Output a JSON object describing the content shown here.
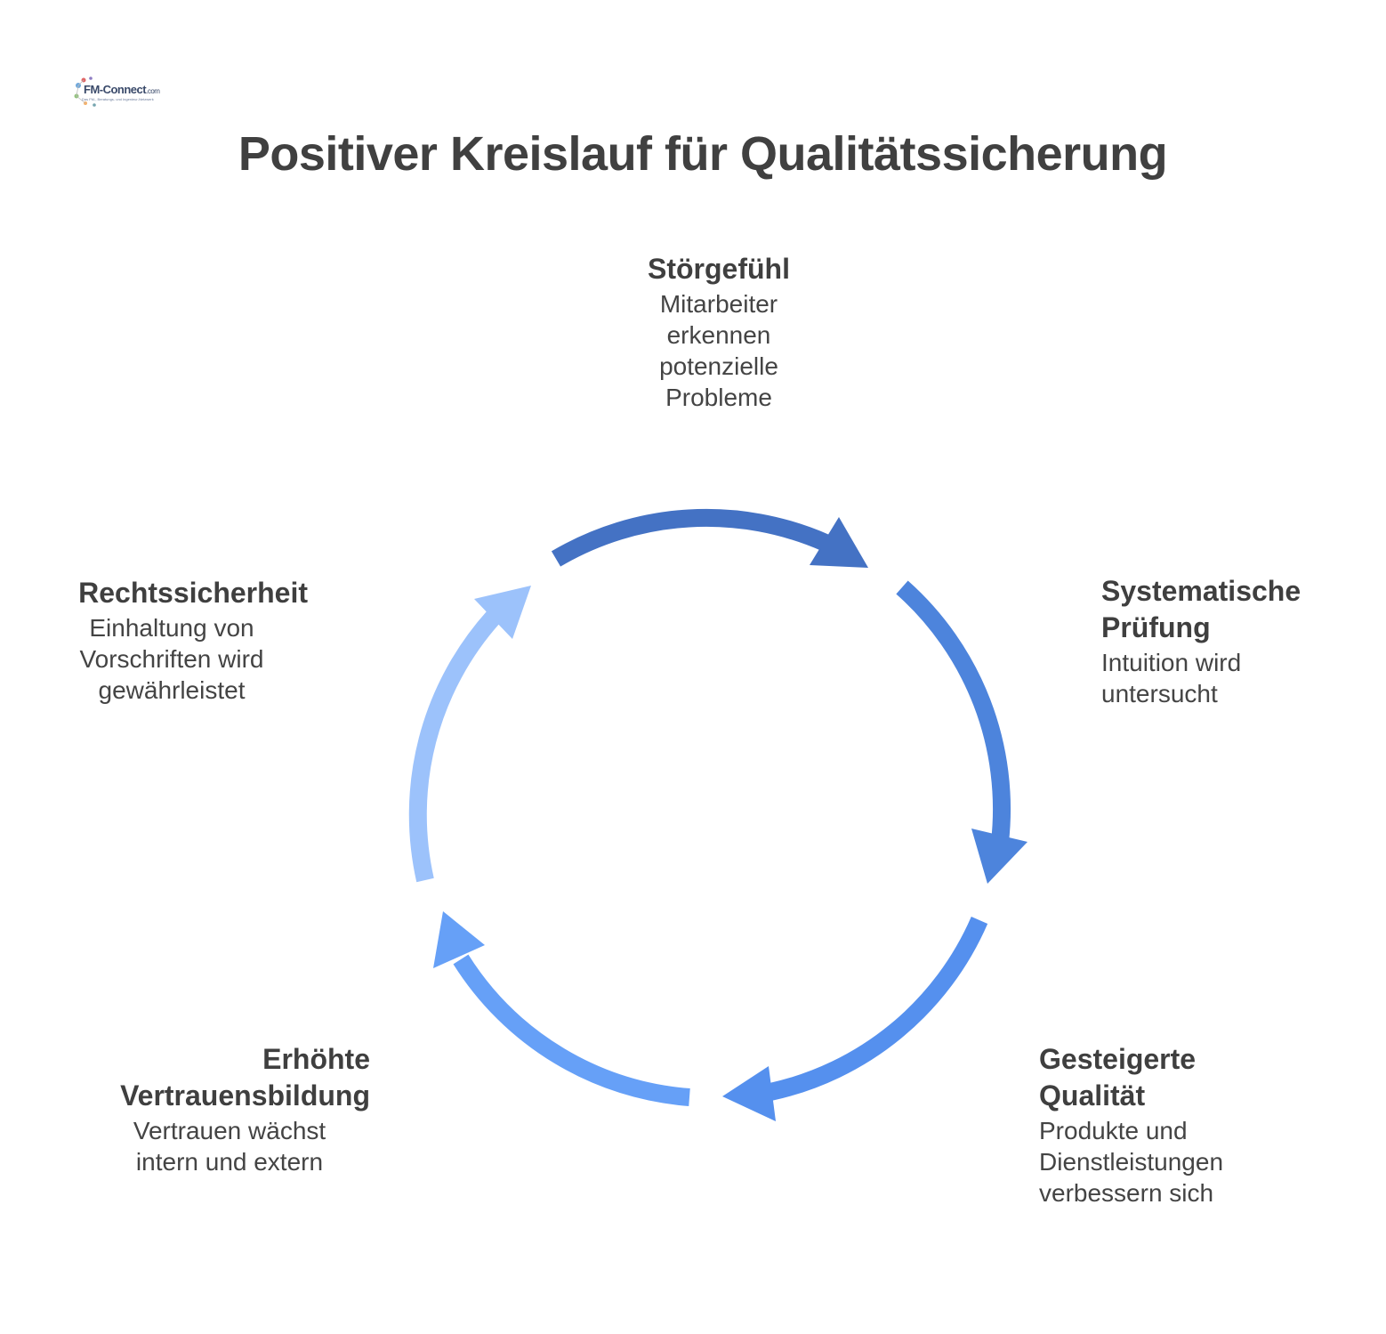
{
  "logo": {
    "brand": "FM-Connect",
    "suffix": ".com",
    "tagline": "Das FM-, Beratungs- und Ingenieur-Netzwerk"
  },
  "title": "Positiver Kreislauf für Qualitätssicherung",
  "colors": {
    "arc_top": "#4472c4",
    "arc_right": "#4d84dc",
    "arc_bottom_right": "#5590ee",
    "arc_bottom_left": "#66a0f7",
    "arc_left": "#9cc2fb",
    "text": "#3f3f3f"
  },
  "steps": [
    {
      "label": "Störgefühl",
      "desc": [
        "Mitarbeiter",
        "erkennen",
        "potenzielle",
        "Probleme"
      ]
    },
    {
      "label": "Systematische Prüfung",
      "desc": [
        "Intuition wird",
        "untersucht"
      ]
    },
    {
      "label": "Gesteigerte Qualität",
      "desc": [
        "Produkte und",
        "Dienstleistungen",
        "verbessern sich"
      ]
    },
    {
      "label": "Erhöhte Vertrauensbildung",
      "desc": [
        "Vertrauen wächst",
        "intern und extern"
      ]
    },
    {
      "label": "Rechtssicherheit",
      "desc": [
        "Einhaltung von",
        "Vorschriften wird",
        "gewährleistet"
      ]
    }
  ]
}
